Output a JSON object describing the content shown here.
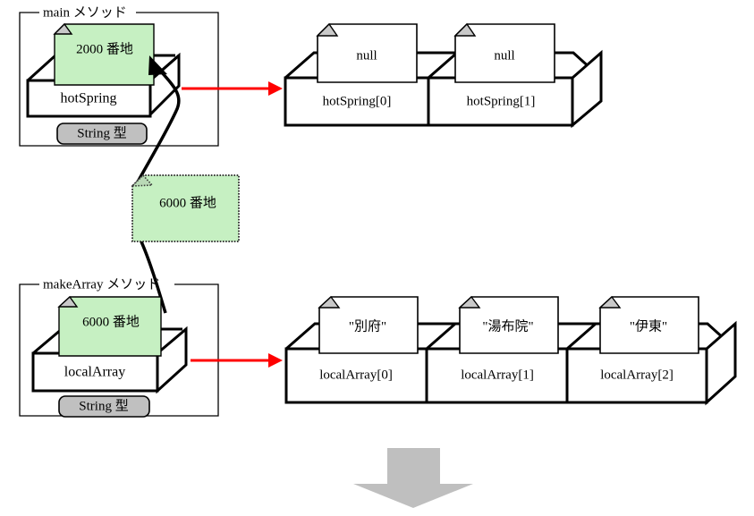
{
  "diagram": {
    "title": "Java array reference diagram",
    "colors": {
      "note_green": "#c6f0c2",
      "note_white": "#ffffff",
      "fold_gray": "#c9c9c9",
      "type_pill_gray": "#c0c0c0",
      "reference_arrow_red": "#ff0000",
      "flow_arrow_gray": "#bfbfbf",
      "outline_black": "#000000"
    },
    "groups": [
      {
        "id": "main-method",
        "label": "main メソッド",
        "variable": {
          "name": "hotSpring",
          "note_value": "2000 番地",
          "type_label": "String 型"
        },
        "array": {
          "name": "hotSpring",
          "cells": [
            {
              "index_label": "hotSpring[0]",
              "value": "null"
            },
            {
              "index_label": "hotSpring[1]",
              "value": "null"
            }
          ]
        }
      },
      {
        "id": "makearray-method",
        "label": "makeArray メソッド",
        "variable": {
          "name": "localArray",
          "note_value": "6000 番地",
          "type_label": "String 型"
        },
        "array": {
          "name": "localArray",
          "cells": [
            {
              "index_label": "localArray[0]",
              "value": "\"別府\""
            },
            {
              "index_label": "localArray[1]",
              "value": "\"湯布院\""
            },
            {
              "index_label": "localArray[2]",
              "value": "\"伊東\""
            }
          ]
        }
      }
    ],
    "floating_note": {
      "value": "6000 番地",
      "style": "dotted-green"
    },
    "flow_arrow": {
      "direction": "down",
      "color": "#bfbfbf"
    }
  }
}
